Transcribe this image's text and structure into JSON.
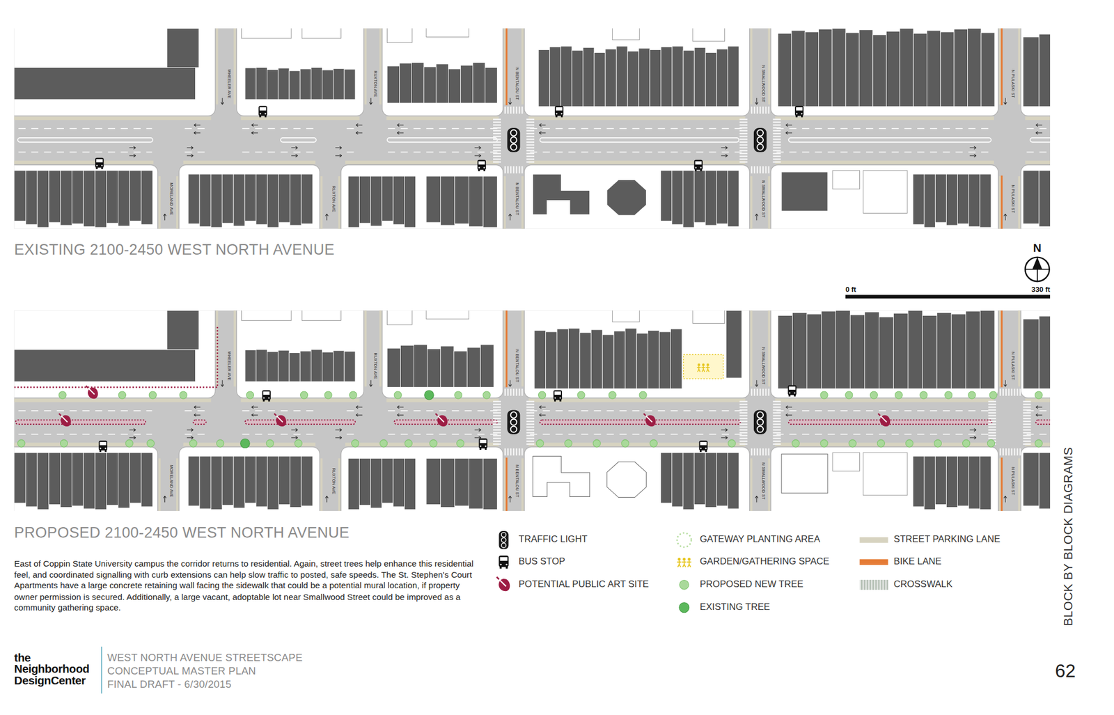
{
  "diagram": {
    "caption": "East of Coppin State University campus the corridor returns to residential. Again, street trees help enhance this residential feel, and coordinated signalling with curb extensions can help slow traffic to posted, safe speeds. The St. Stephen's Court Apartments have a large concrete retaining wall facing the sidewalk that could be a potential mural location, if property owner permission is secured. Additionally, a large vacant, adoptable lot near Smallwood Street could be improved as a community gathering space.",
    "labels": [
      "EXISTING 2100-2450 WEST NORTH AVENUE",
      "WHEELER AVE",
      "RUXTON AVE",
      "N BENTALOU ST",
      "N SMALLWOOD ST",
      "N PULASKI ST",
      "MORELAND AVE",
      "RUXTON AVE",
      "N BENTALOU ST",
      "N SMALLWOOD ST",
      "N PULASKI ST",
      "N",
      "0 ft",
      "330 ft",
      "PROPOSED 2100-2450 WEST NORTH AVENUE",
      "WHEELER AVE",
      "RUXTON AVE",
      "N BENTALOU ST",
      "N SMALLWOOD ST",
      "N PULASKI ST",
      "MORELAND AVE",
      "RUXTON AVE",
      "N BENTALOU ST",
      "N SMALLWOOD ST",
      "N PULASKI ST",
      "BLOCK BY BLOCK DIAGRAMS",
      "the Neighborhood DesignCenter",
      "WEST NORTH AVENUE STREETSCAPE",
      "CONCEPTUAL MASTER PLAN",
      "FINAL DRAFT - 6/30/2015",
      "62"
    ],
    "legend": [
      {
        "text": "TRAFFIC LIGHT"
      },
      {
        "text": "BUS STOP"
      },
      {
        "text": "POTENTIAL PUBLIC ART SITE"
      },
      {
        "text": "GATEWAY PLANTING AREA"
      },
      {
        "text": "GARDEN/GATHERING SPACE"
      },
      {
        "text": "PROPOSED NEW TREE",
        "color": "#a9d99a"
      },
      {
        "text": "EXISTING TREE",
        "color": "#5cb85c"
      },
      {
        "text": "STREET PARKING LANE",
        "color": "#d7d3c0"
      },
      {
        "text": "BIKE LANE",
        "color": "#e57b35"
      },
      {
        "text": "CROSSWALK"
      }
    ]
  }
}
